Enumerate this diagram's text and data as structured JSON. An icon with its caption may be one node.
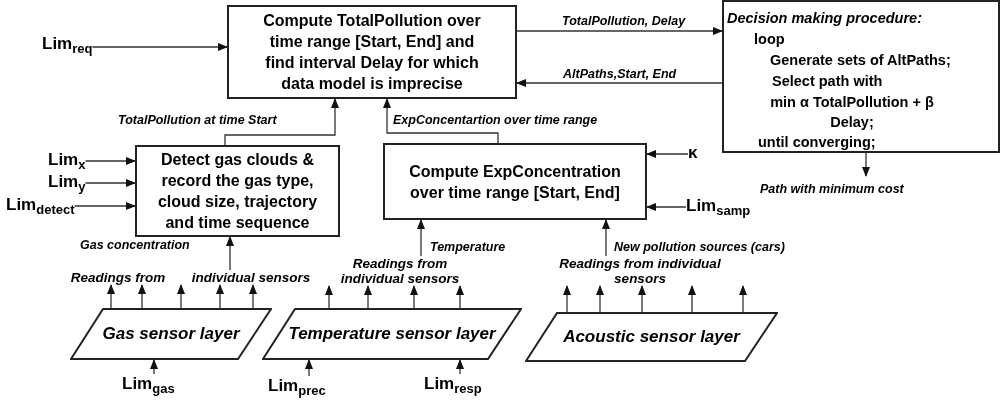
{
  "diagram": {
    "nodes": [
      {
        "text": [
          "Compute TotalPollution over time range [Start, End] and find interval Delay for which data model is imprecise"
        ]
      },
      {
        "text": [
          "Decision making procedure:",
          "loop",
          "Generate sets of AltPaths;",
          "Select path with",
          "min α TotalPollution + β Delay;",
          "until converging;"
        ]
      },
      {
        "text": [
          "Detect gas clouds & record the gas type, cloud size, trajectory and time sequence"
        ]
      },
      {
        "text": [
          "Compute ExpConcentration over time range [Start, End]"
        ]
      },
      {
        "text": [
          "Lim$_{req}$"
        ]
      },
      {
        "text": [
          "Lim$_{x}$"
        ]
      },
      {
        "text": [
          "Lim$_{y}$"
        ]
      },
      {
        "text": [
          "Lim$_{detect}$"
        ]
      },
      {
        "text": [
          "κ"
        ]
      },
      {
        "text": [
          "Lim$_{samp}$"
        ]
      },
      {
        "text": [
          "Gas sensor layer"
        ]
      },
      {
        "text": [
          "Temperature sensor layer"
        ]
      },
      {
        "text": [
          "Acoustic sensor layer"
        ]
      },
      {
        "text": [
          "Lim$_{gas}$"
        ]
      },
      {
        "text": [
          "Lim$_{prec}$"
        ]
      },
      {
        "text": [
          "Lim$_{resp}$"
        ]
      },
      {
        "text": [
          "Readings from"
        ]
      },
      {
        "text": [
          "individual sensors"
        ]
      },
      {
        "text": [
          "Readings from individual sensors"
        ]
      },
      {
        "text": [
          "Readings from individual sensors"
        ]
      }
    ],
    "edges": [
      {
        "from": 4,
        "to": 0,
        "arrow": "to"
      },
      {
        "from": 0,
        "to": 1,
        "arrow": "to",
        "label": "TotalPollution, Delay"
      },
      {
        "from": 1,
        "to": 0,
        "arrow": "to",
        "label": "AltPaths,Start, End"
      },
      {
        "from": 2,
        "to": 0,
        "arrow": "to",
        "label": "TotalPollution at time Start"
      },
      {
        "from": 3,
        "to": 0,
        "arrow": "to",
        "label": "ExpConcentartion over time range"
      },
      {
        "from": 5,
        "to": 2,
        "arrow": "to"
      },
      {
        "from": 6,
        "to": 2,
        "arrow": "to"
      },
      {
        "from": 7,
        "to": 2,
        "arrow": "to"
      },
      {
        "from": 8,
        "to": 3,
        "arrow": "to"
      },
      {
        "from": 9,
        "to": 3,
        "arrow": "to"
      },
      {
        "from": 1,
        "to": null,
        "arrow": "to",
        "label": "Path with minimum cost"
      },
      {
        "from": 17,
        "to": 2,
        "arrow": "to",
        "label": "Gas concentration"
      },
      {
        "from": 18,
        "to": 3,
        "arrow": "to",
        "label": "Temperature"
      },
      {
        "from": 19,
        "to": 3,
        "arrow": "to",
        "label": "New pollution sources (cars)"
      },
      {
        "from": 13,
        "to": 10,
        "arrow": "to"
      },
      {
        "from": 14,
        "to": 11,
        "arrow": "to"
      },
      {
        "from": 15,
        "to": 11,
        "arrow": "to"
      },
      {
        "from": 10,
        "to": 16,
        "arrow": "to"
      },
      {
        "from": 10,
        "to": 16,
        "arrow": "to"
      },
      {
        "from": 10,
        "to": 16,
        "arrow": "to"
      },
      {
        "from": 10,
        "to": 17,
        "arrow": "to"
      },
      {
        "from": 10,
        "to": 17,
        "arrow": "to"
      },
      {
        "from": 11,
        "to": 18,
        "arrow": "to"
      },
      {
        "from": 11,
        "to": 18,
        "arrow": "to"
      },
      {
        "from": 11,
        "to": 18,
        "arrow": "to"
      },
      {
        "from": 11,
        "to": 18,
        "arrow": "to"
      },
      {
        "from": 12,
        "to": 19,
        "arrow": "to"
      },
      {
        "from": 12,
        "to": 19,
        "arrow": "to"
      },
      {
        "from": 12,
        "to": 19,
        "arrow": "to"
      },
      {
        "from": 12,
        "to": 19,
        "arrow": "to"
      },
      {
        "from": 12,
        "to": 19,
        "arrow": "to"
      }
    ]
  }
}
